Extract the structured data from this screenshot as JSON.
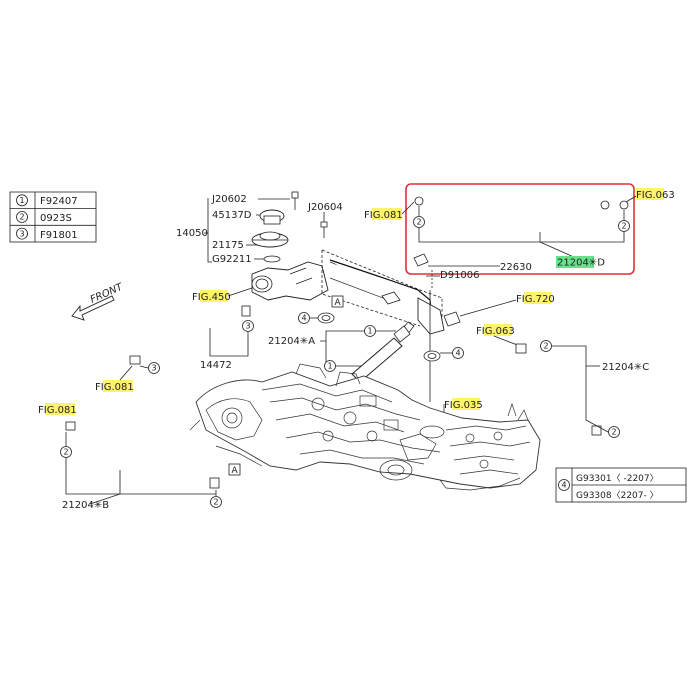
{
  "legend_top": [
    {
      "num": "1",
      "code": "F92407"
    },
    {
      "num": "2",
      "code": "0923S"
    },
    {
      "num": "3",
      "code": "F91801"
    }
  ],
  "legend_bottom": {
    "num": "4",
    "rows": [
      "G93301〈 -2207〉",
      "G93308〈2207- 〉"
    ]
  },
  "front_label": "FRONT",
  "fig_refs": {
    "fig_081_top": "FIG.081",
    "fig_063_top": "FIG.063",
    "fig_450": "FIG.450",
    "fig_720": "FIG.720",
    "fig_063_mid": "FIG.063",
    "fig_081_left": "FIG.081",
    "fig_081_far": "FIG.081",
    "fig_035": "FIG.035"
  },
  "parts": {
    "p14050": "14050",
    "pJ20602": "J20602",
    "p45137D": "45137D",
    "p21175": "21175",
    "pG92211": "G92211",
    "pJ20604": "J20604",
    "p21204A": "21204✳A",
    "p14472": "14472",
    "p21204B": "21204✳B",
    "p21204C": "21204✳C",
    "p21204D": "21204✳D",
    "p22630": "22630",
    "pD91006": "D91006"
  },
  "callout_letter": "A",
  "colors": {
    "highlight_box": "#e0303a",
    "fig_highlight": "#fff36b",
    "part_highlight": "#69e08a"
  }
}
